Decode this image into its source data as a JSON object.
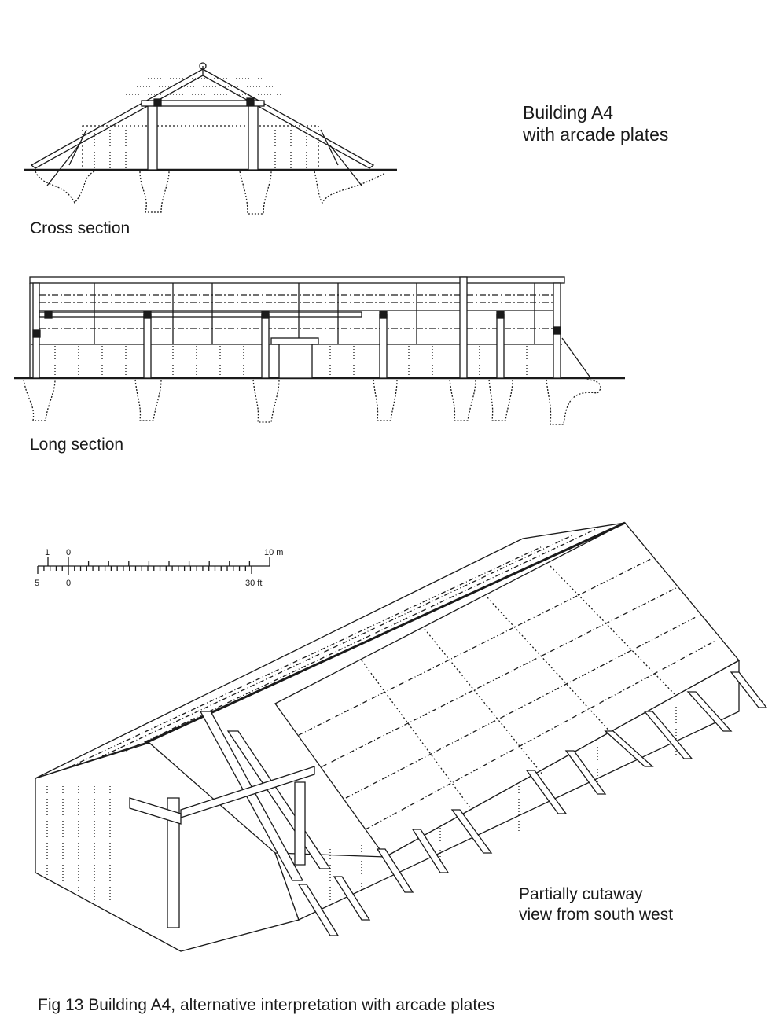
{
  "title": {
    "line1": "Building A4",
    "line2": "with arcade plates"
  },
  "labels": {
    "cross_section": "Cross section",
    "long_section": "Long section",
    "view_line1": "Partially cutaway",
    "view_line2": "view from south west"
  },
  "scale": {
    "metric_labels": [
      "1",
      "0",
      "10 m"
    ],
    "imperial_labels": [
      "5",
      "0",
      "30 ft"
    ]
  },
  "caption": "Fig 13 Building A4, alternative interpretation with arcade plates"
}
